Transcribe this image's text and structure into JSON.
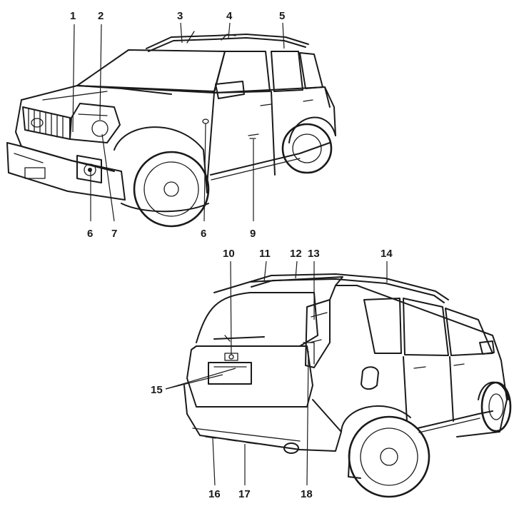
{
  "callouts": {
    "front": [
      {
        "id": "1",
        "text": "1"
      },
      {
        "id": "2",
        "text": "2"
      },
      {
        "id": "3",
        "text": "3"
      },
      {
        "id": "4",
        "text": "4"
      },
      {
        "id": "5",
        "text": "5"
      },
      {
        "id": "6a",
        "text": "6"
      },
      {
        "id": "7",
        "text": "7"
      },
      {
        "id": "6b",
        "text": "6"
      },
      {
        "id": "9",
        "text": "9"
      }
    ],
    "rear": [
      {
        "id": "10",
        "text": "10"
      },
      {
        "id": "11",
        "text": "11"
      },
      {
        "id": "12",
        "text": "12"
      },
      {
        "id": "13",
        "text": "13"
      },
      {
        "id": "14",
        "text": "14"
      },
      {
        "id": "15",
        "text": "15"
      },
      {
        "id": "16",
        "text": "16"
      },
      {
        "id": "17",
        "text": "17"
      },
      {
        "id": "18",
        "text": "18"
      }
    ]
  },
  "colors": {
    "ink": "#1a1a1a",
    "background": "#ffffff"
  }
}
